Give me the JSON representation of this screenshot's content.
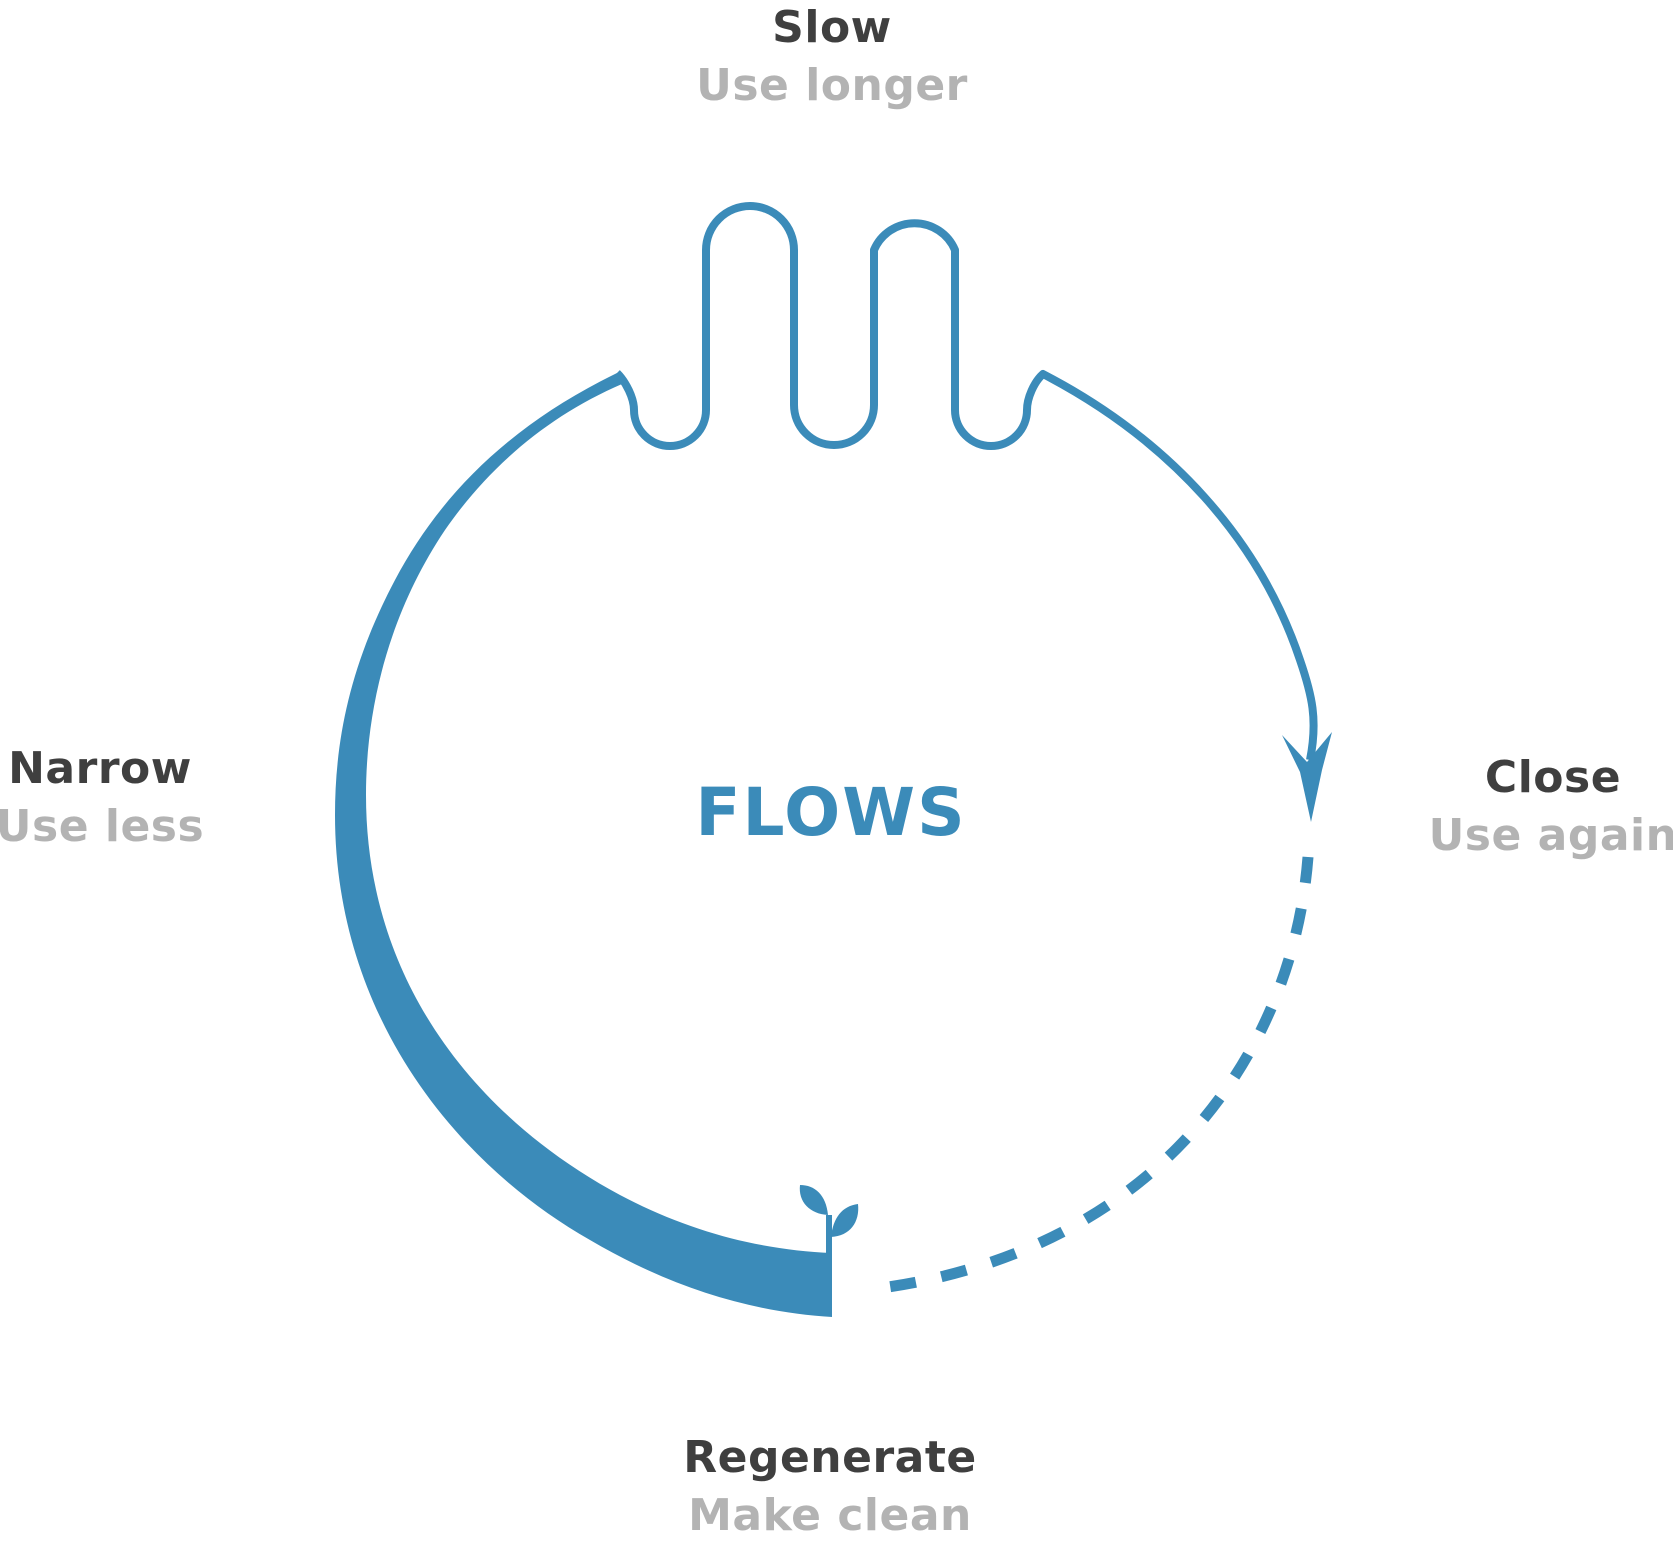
{
  "colors": {
    "accent": "#3b8bb9",
    "label_primary": "#3f3f3f",
    "label_secondary": "#b3b3b3",
    "background": "#ffffff"
  },
  "center": {
    "title": "FLOWS"
  },
  "labels": {
    "top": {
      "primary": "Slow",
      "secondary": "Use longer"
    },
    "right": {
      "primary": "Close",
      "secondary": "Use again"
    },
    "left": {
      "primary": "Narrow",
      "secondary": "Use less"
    },
    "bottom": {
      "primary": "Regenerate",
      "secondary": "Make clean"
    }
  },
  "icons": {
    "sprout": "sprout-icon",
    "arrow": "arrowhead-icon"
  }
}
